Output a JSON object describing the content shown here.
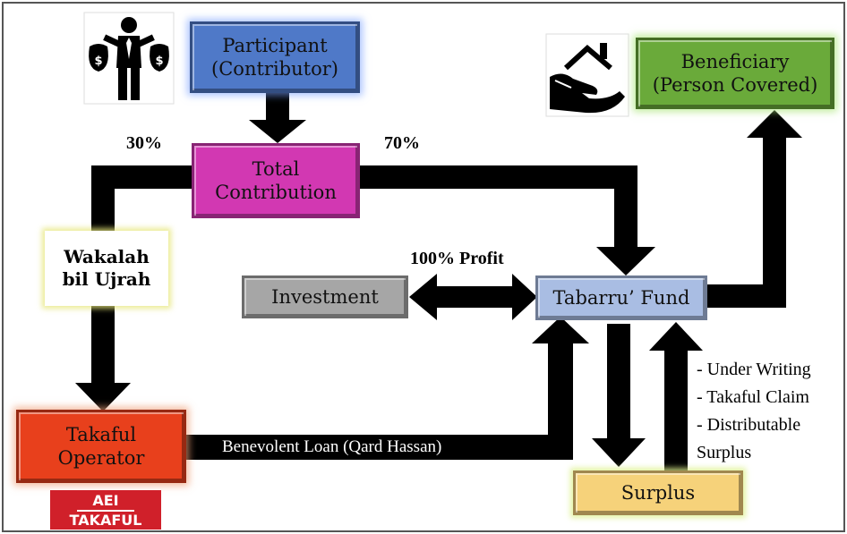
{
  "nodes": {
    "participant": {
      "line1": "Participant",
      "line2": "(Contributor)"
    },
    "beneficiary": {
      "line1": "Beneficiary",
      "line2": "(Person Covered)"
    },
    "total_contribution": {
      "line1": "Total",
      "line2": "Contribution"
    },
    "wakalah": {
      "line1": "Wakalah",
      "line2": "bil Ujrah"
    },
    "investment": "Investment",
    "tabarru_fund": "Tabarru’ Fund",
    "takaful_operator": {
      "line1": "Takaful",
      "line2": "Operator"
    },
    "surplus": "Surplus"
  },
  "labels": {
    "pct_30": "30%",
    "pct_70": "70%",
    "profit": "100% Profit",
    "loan": "Benevolent Loan (Qard Hassan)",
    "uses": [
      "- Under Writing",
      "- Takaful Claim",
      "- Distributable",
      "Surplus"
    ]
  },
  "logo": {
    "line1": "AEI",
    "line2": "TAKAFUL"
  },
  "icons": [
    "businessman-money-bags-icon",
    "hand-house-icon"
  ],
  "colors": {
    "participant": "#4f79c8",
    "beneficiary": "#6aaa3a",
    "total_contribution": "#d238b2",
    "investment": "#a6a6a6",
    "tabarru_fund": "#a9bde3",
    "takaful_operator": "#e8401c",
    "surplus": "#f6d27a",
    "logo": "#d0202a"
  }
}
